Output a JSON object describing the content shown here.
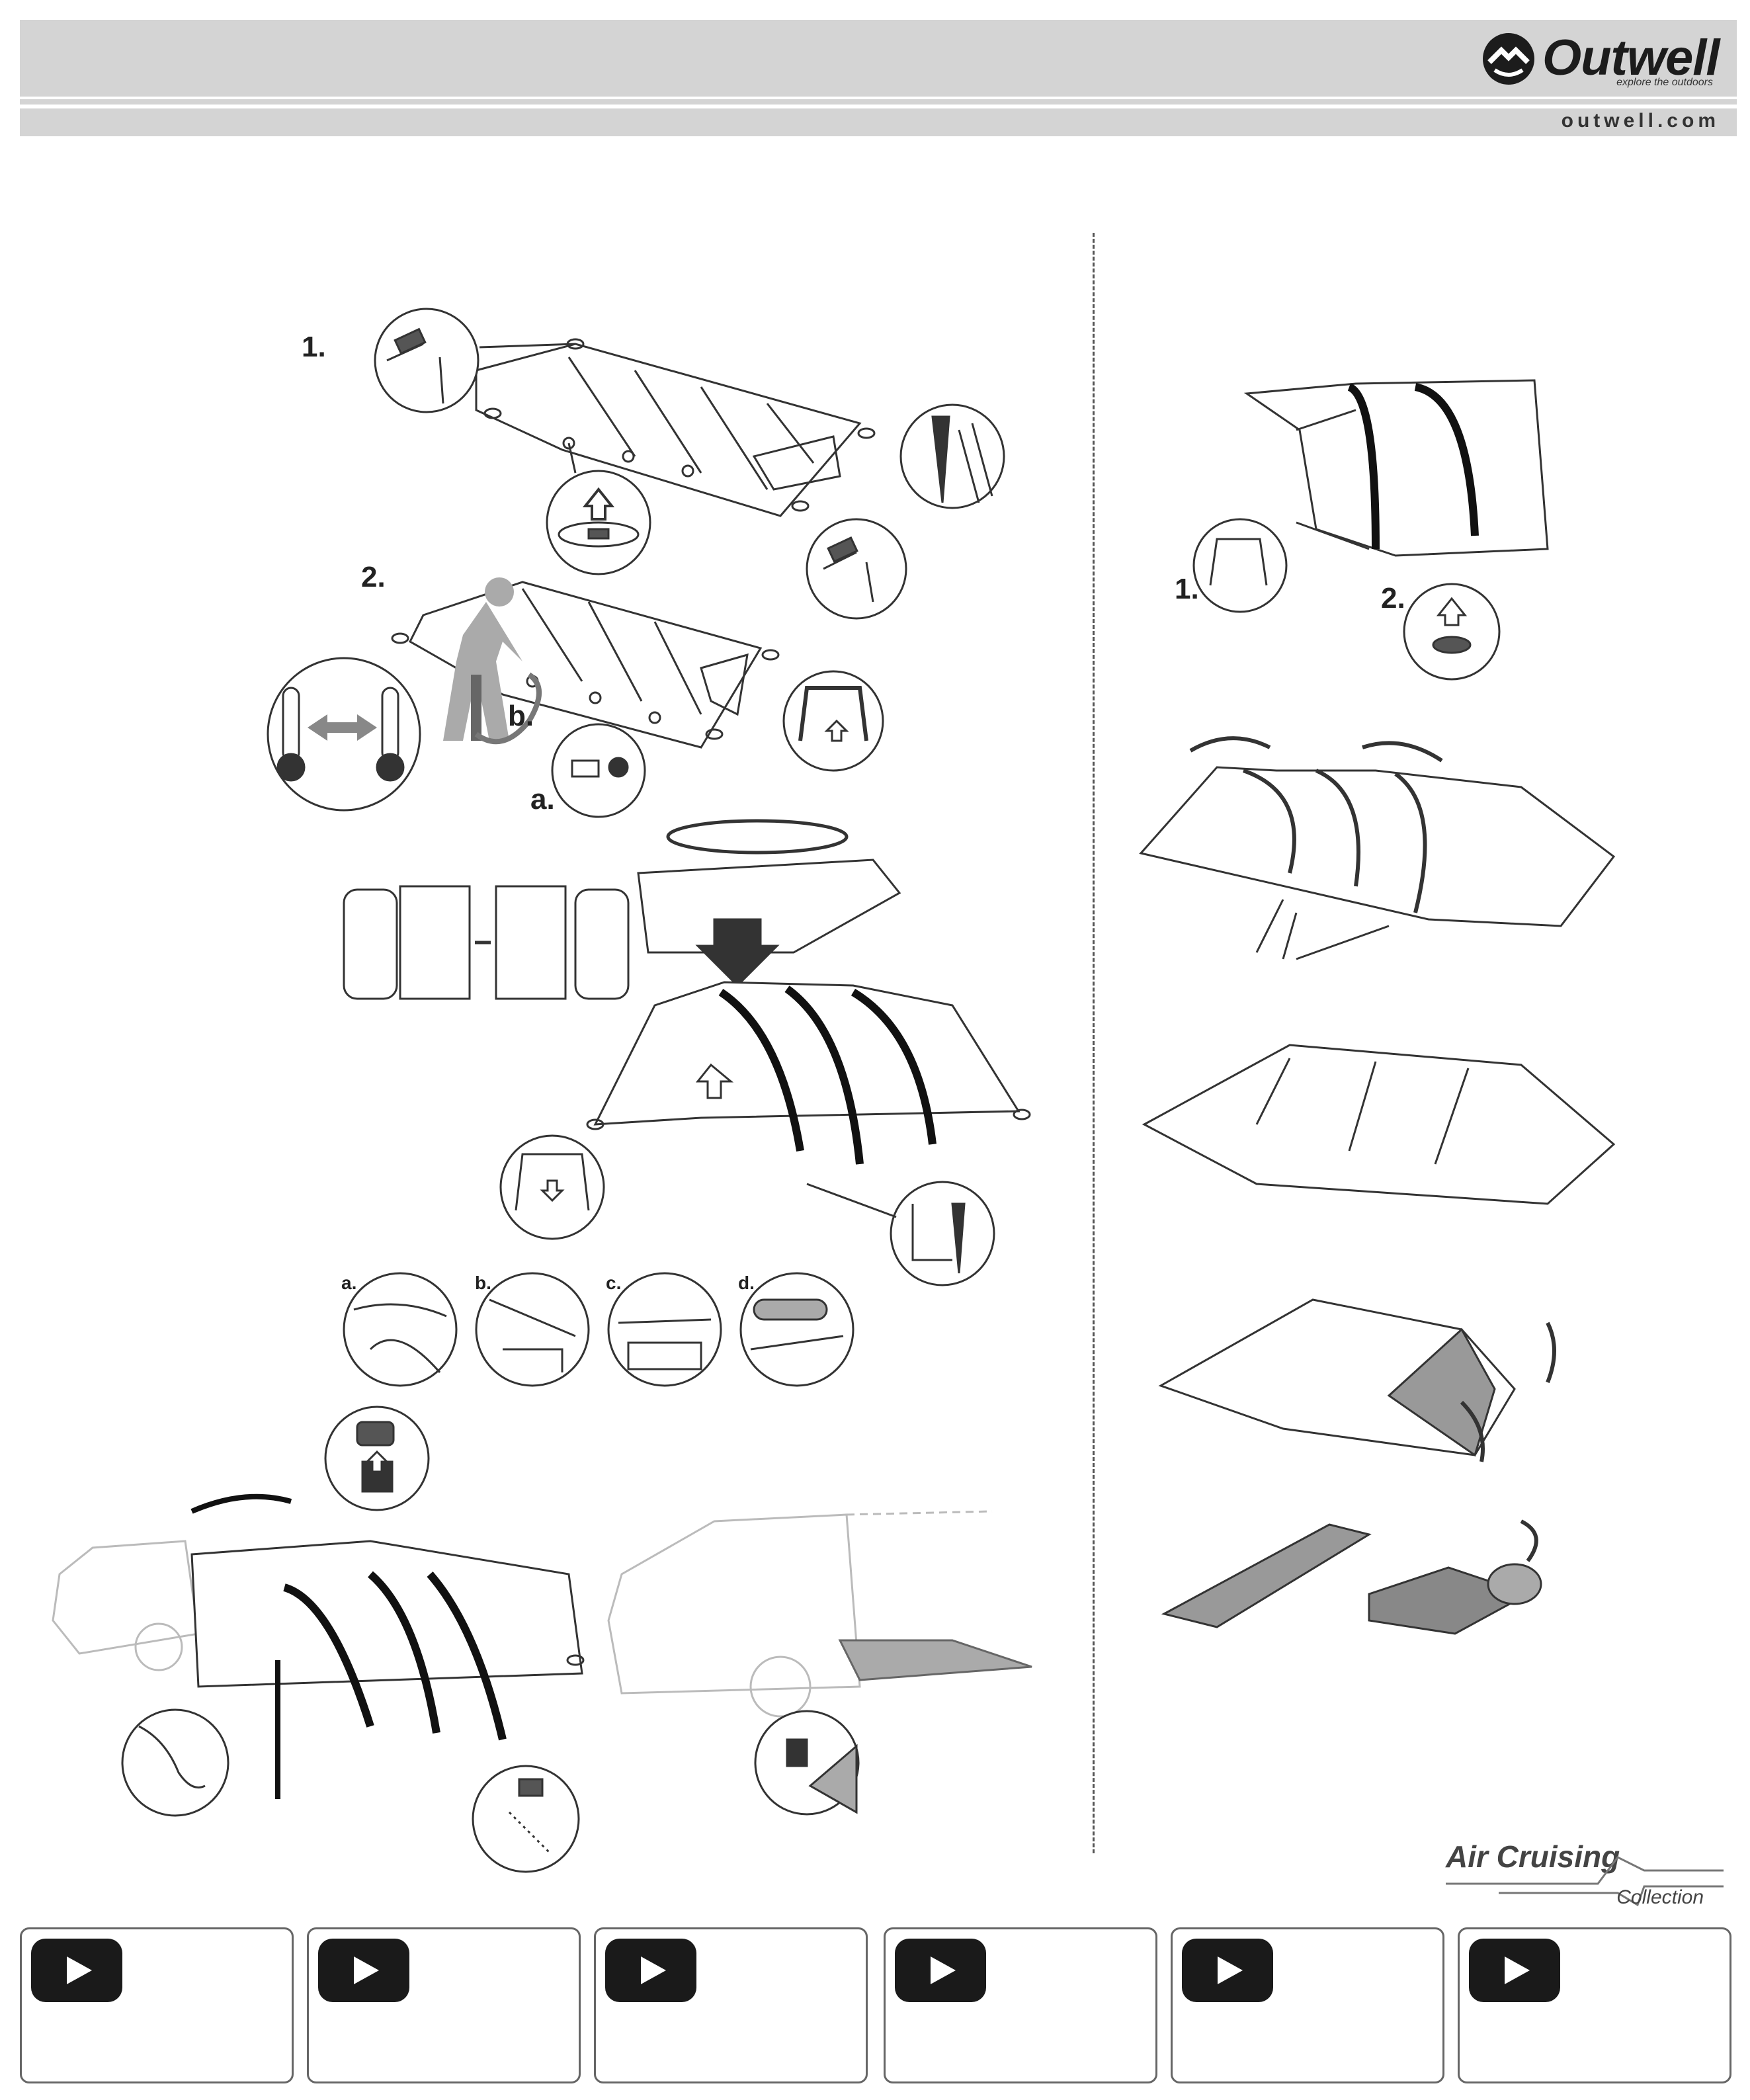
{
  "header": {
    "brand": "Outwell",
    "tagline": "explore the outdoors",
    "website": "outwell.com"
  },
  "left_steps": {
    "step1": "1.",
    "step2": "2.",
    "label_a": "a.",
    "label_b": "b.",
    "detail_a": "a.",
    "detail_b": "b.",
    "detail_c": "c.",
    "detail_d": "d."
  },
  "right_steps": {
    "step1": "1.",
    "step2": "2."
  },
  "collection": {
    "name": "Air Cruising",
    "sub": "Collection"
  },
  "videos": [
    {
      "icon": "play-icon"
    },
    {
      "icon": "play-icon"
    },
    {
      "icon": "play-icon"
    },
    {
      "icon": "play-icon"
    },
    {
      "icon": "play-icon"
    },
    {
      "icon": "play-icon"
    }
  ],
  "colors": {
    "band": "#d4d4d4",
    "ink": "#1a1a1a",
    "line": "#555555",
    "fill_grey": "#9a9a9a"
  }
}
